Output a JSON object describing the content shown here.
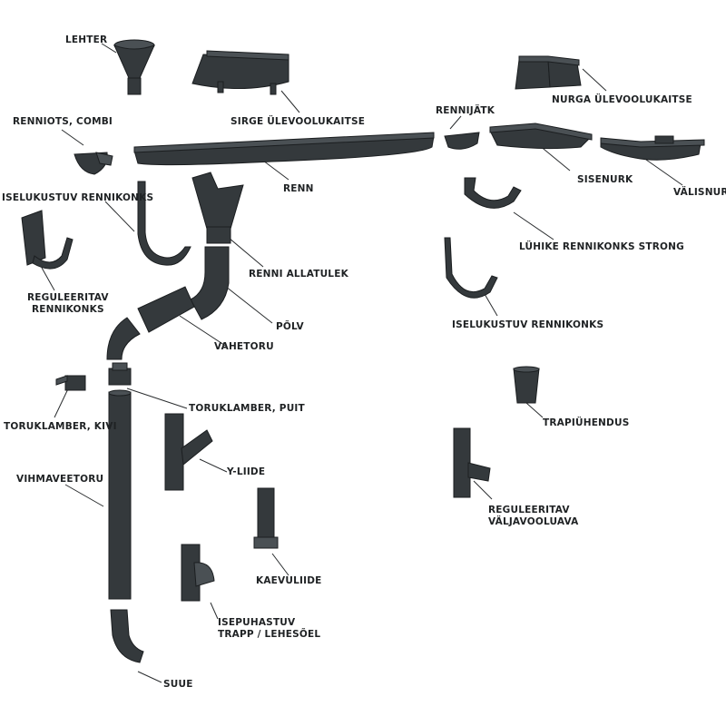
{
  "colors": {
    "part": "#34393c",
    "part_highlight": "#4a5054",
    "outline": "#1b1e20",
    "text": "#1f2224",
    "background": "#ffffff"
  },
  "labels": {
    "lehter": "LEHTER",
    "sirge_ulevoolukaitse": "SIRGE ÜLEVOOLUKAITSE",
    "rennijatk": "RENNIJÄTK",
    "nurga_ulevoolukaitse": "NURGA ÜLEVOOLUKAITSE",
    "renniots_combi": "RENNIOTS, COMBI",
    "renn": "RENN",
    "sisenurk": "SISENURK",
    "valisnurk": "VÄLISNURK",
    "iselukustuv_rennikonks_left": "ISELUKUSTUV RENNIKONKS",
    "luhike_rennikonks_strong": "LÜHIKE RENNIKONKS STRONG",
    "reguleeritav_rennikonks": [
      "REGULEERITAV",
      "RENNIKONKS"
    ],
    "renni_allatulek": "RENNI ALLATULEK",
    "iselukustuv_rennikonks_right": "ISELUKUSTUV RENNIKONKS",
    "polv": "PÕLV",
    "vahetoru": "VAHETORU",
    "trapiuhendus": "TRAPIÜHENDUS",
    "toruklamber_puit": "TORUKLAMBER, PUIT",
    "toruklamber_kivi": "TORUKLAMBER, KIVI",
    "y_liide": "Y-LIIDE",
    "vihmaveetoru": "VIHMAVEETORU",
    "reguleeritav_valjavooluava": [
      "REGULEERITAV",
      "VÄLJAVOOLUAVA"
    ],
    "kaevuliide": "KAEVULIIDE",
    "isepuhastuv_trapp": [
      "ISEPUHASTUV",
      "TRAPP / LEHESÕEL"
    ],
    "suue": "SUUE"
  }
}
